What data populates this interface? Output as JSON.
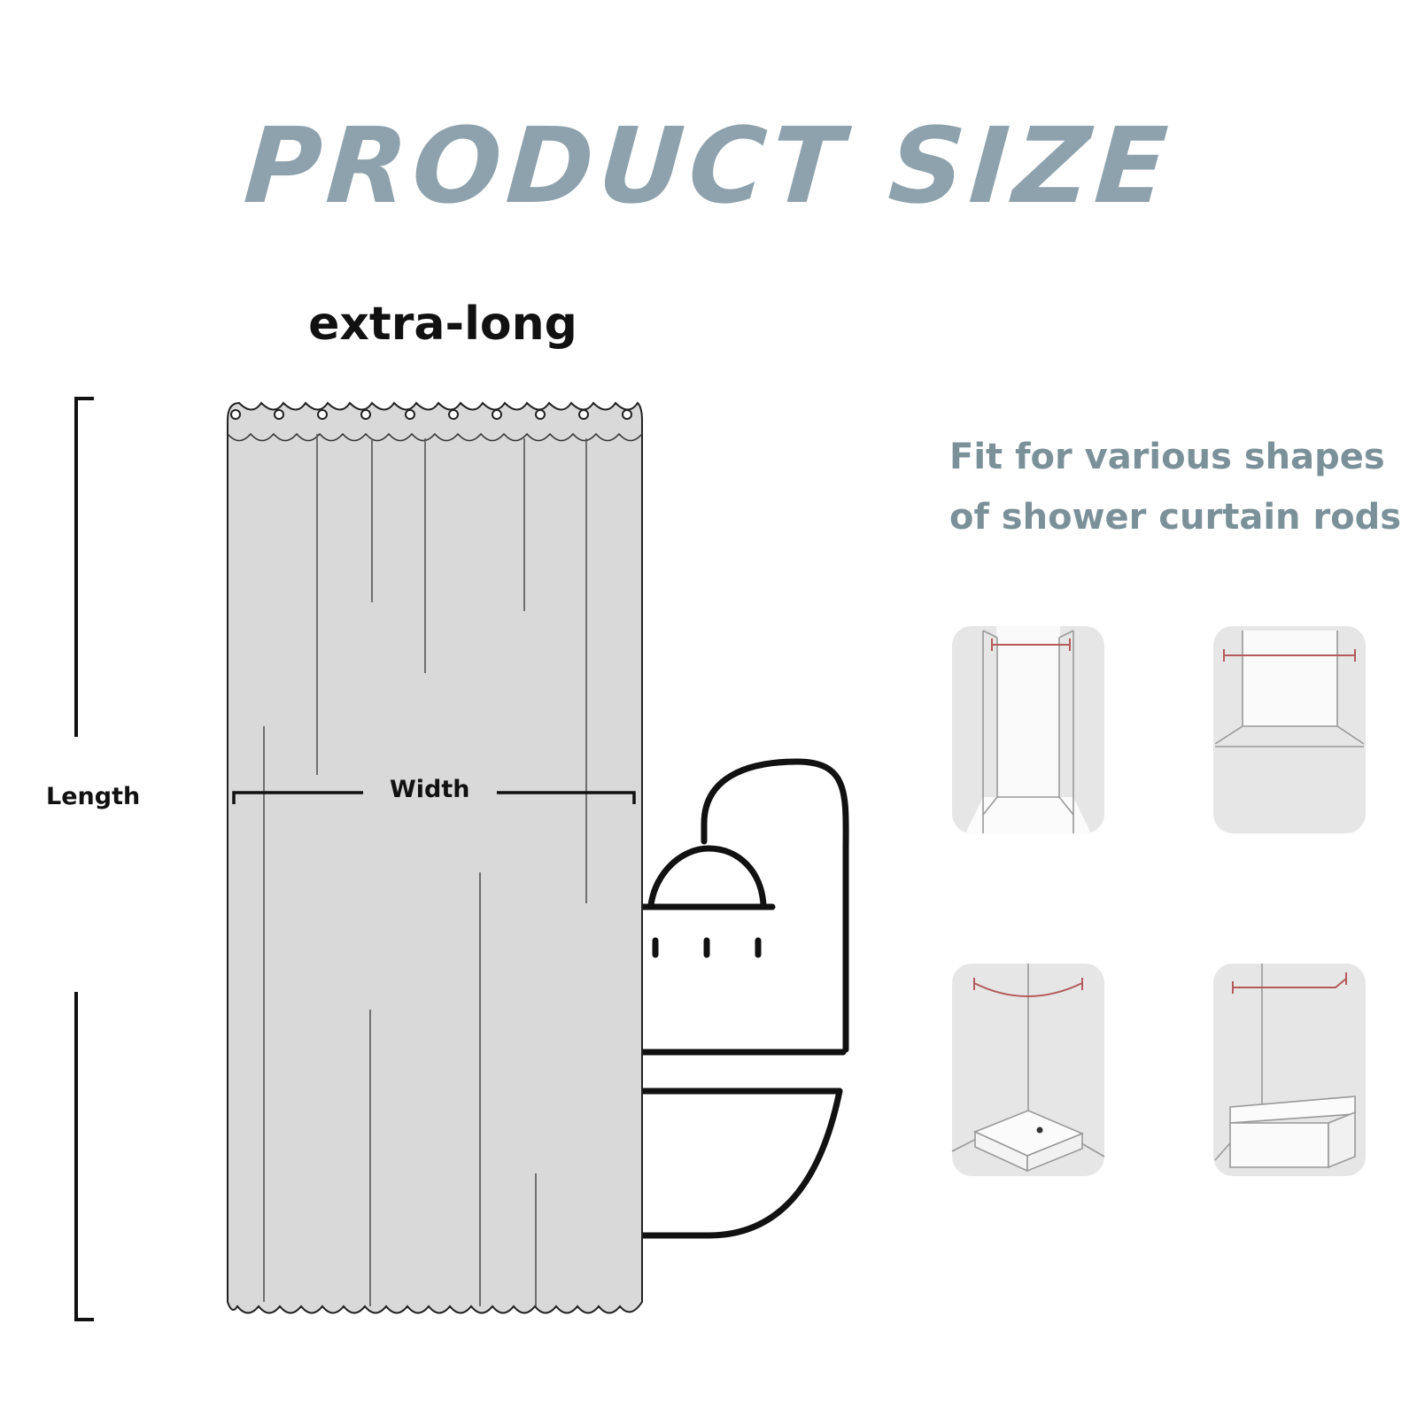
{
  "header": {
    "title": "PRODUCT SIZE"
  },
  "product": {
    "variant_label": "extra-long"
  },
  "dimensions": {
    "length_label": "Length",
    "width_label": "Width"
  },
  "fit_note": {
    "line1": "Fit for various shapes",
    "line2": "of shower curtain rods"
  },
  "colors": {
    "title": "#8ea2ad",
    "fit_text": "#7b9199",
    "curtain": "#d9d9d9",
    "rod": "#b55a5a",
    "panel": "#e6e6e6"
  }
}
